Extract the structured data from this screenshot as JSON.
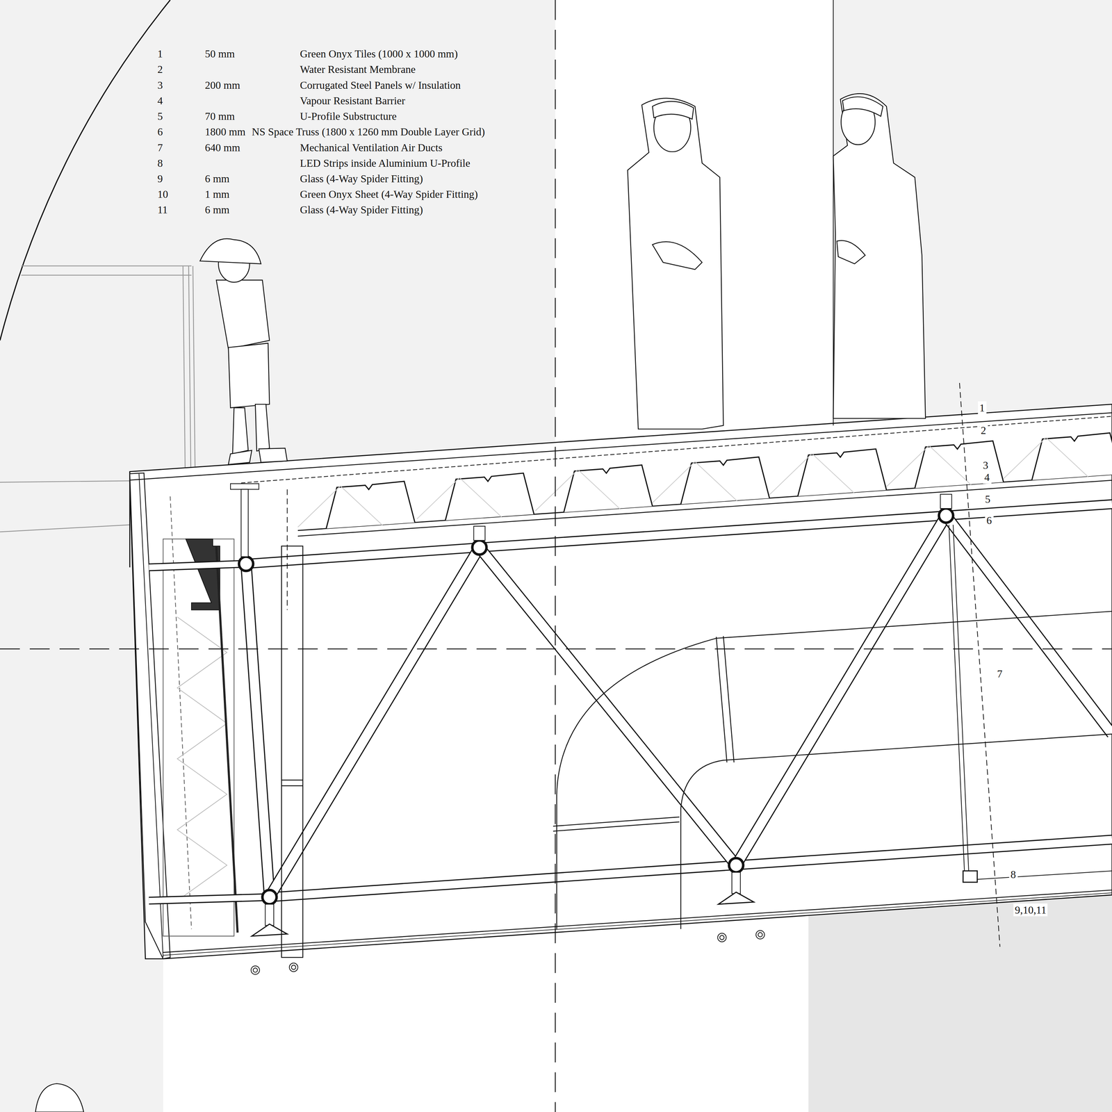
{
  "diagram": {
    "labels": [
      "1",
      "50 mm",
      "Green Onyx Tiles (1000 x 1000 mm)",
      "2",
      "Water Resistant Membrane",
      "3",
      "200 mm",
      "Corrugated Steel Panels w/ Insulation",
      "4",
      "Vapour Resistant Barrier",
      "5",
      "70 mm",
      "U-Profile Substructure",
      "6",
      "1800 mm",
      "NS Space Truss (1800 x 1260 mm Double Layer Grid)",
      "7",
      "640 mm",
      "Mechanical Ventilation Air Ducts",
      "8",
      "LED Strips inside Aluminium U-Profile",
      "9",
      "6 mm",
      "Glass (4-Way Spider Fitting)",
      "10",
      "1 mm",
      "Green Onyx Sheet (4-Way Spider Fitting)",
      "11",
      "6 mm",
      "Glass (4-Way Spider Fitting)",
      "1",
      "2",
      "3",
      "4",
      "5",
      "6",
      "7",
      "8",
      "9,10,11"
    ]
  }
}
